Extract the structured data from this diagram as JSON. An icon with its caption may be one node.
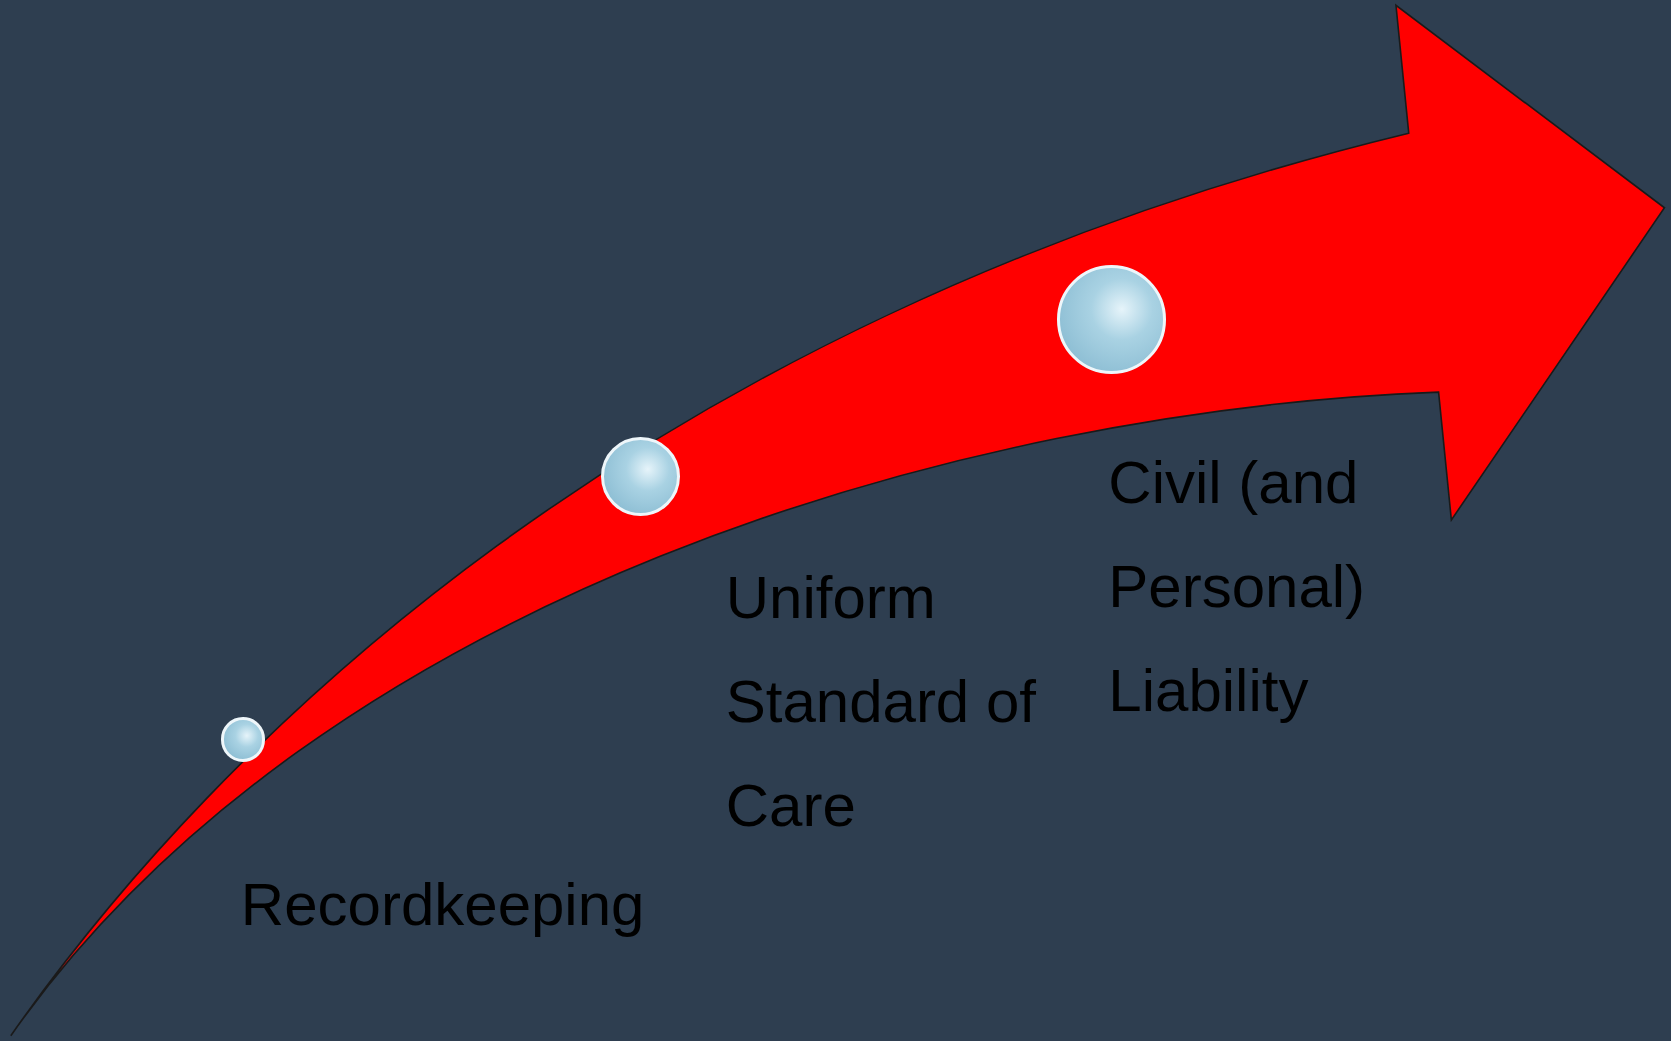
{
  "diagram": {
    "nodes": [
      {
        "text": [],
        "shape": "circle",
        "beside": [
          "Recordkeeping"
        ]
      },
      {
        "text": [],
        "shape": "circle",
        "beside": [
          "Uniform Standard of Care"
        ]
      },
      {
        "text": [],
        "shape": "circle",
        "beside": [
          "Civil (and Personal) Liability"
        ]
      }
    ],
    "edges": []
  }
}
